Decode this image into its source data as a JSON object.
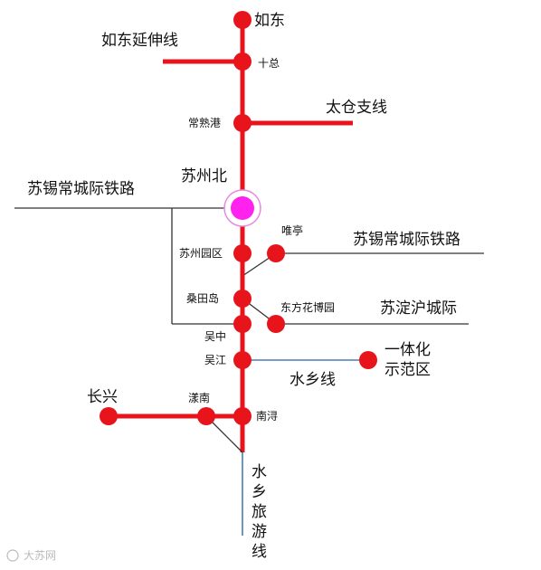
{
  "colors": {
    "main_line": "#e8141c",
    "station": "#e8141c",
    "hub": "#ff22ee",
    "blue_line": "#4a7fb5",
    "thin_line": "#333333"
  },
  "stations": {
    "rudong": "如东",
    "shizong": "十总",
    "changshugang": "常熟港",
    "suzhoubei": "苏州北",
    "weiting": "唯亭",
    "suzhouyuanqu": "苏州园区",
    "sangtiandao": "桑田岛",
    "dongfanghuabo": "东方花博园",
    "wuzhong": "吴中",
    "wujiang": "吴江",
    "yitihua": [
      "一体化",
      "示范区"
    ],
    "changxing": "长兴",
    "xunnan": "漾南",
    "nanxun": "南浔"
  },
  "lines": {
    "rudong_ext": "如东延伸线",
    "taicang_branch": "太仓支线",
    "suxichang_left": "苏锡常城际铁路",
    "suxichang_right": "苏锡常城际铁路",
    "sudianhu": "苏淀沪城际",
    "shuixiang": "水乡线",
    "shuixiang_tour": [
      "水",
      "乡",
      "旅",
      "游",
      "线"
    ]
  },
  "watermark": "大苏网"
}
